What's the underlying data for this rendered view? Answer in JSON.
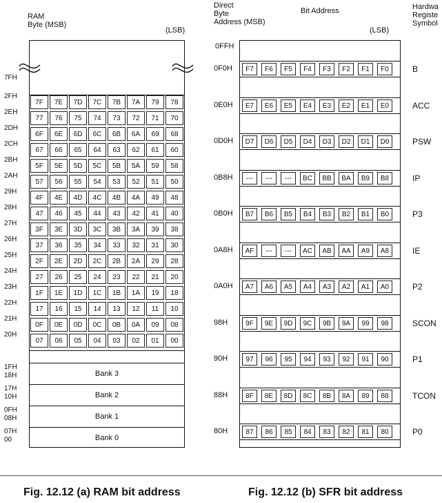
{
  "ram": {
    "header_line1": "RAM",
    "header_line2": "Byte (MSB)",
    "lsb_label": "(LSB)",
    "break_label": "7FH",
    "rows": [
      {
        "addr": "2FH",
        "bits": [
          "7F",
          "7E",
          "7D",
          "7C",
          "7B",
          "7A",
          "79",
          "78"
        ]
      },
      {
        "addr": "2EH",
        "bits": [
          "77",
          "76",
          "75",
          "74",
          "73",
          "72",
          "71",
          "70"
        ]
      },
      {
        "addr": "2DH",
        "bits": [
          "6F",
          "6E",
          "6D",
          "6C",
          "6B",
          "6A",
          "69",
          "68"
        ]
      },
      {
        "addr": "2CH",
        "bits": [
          "67",
          "66",
          "65",
          "64",
          "63",
          "62",
          "61",
          "60"
        ]
      },
      {
        "addr": "2BH",
        "bits": [
          "5F",
          "5E",
          "5D",
          "5C",
          "5B",
          "5A",
          "59",
          "58"
        ]
      },
      {
        "addr": "2AH",
        "bits": [
          "57",
          "56",
          "55",
          "54",
          "53",
          "52",
          "51",
          "50"
        ]
      },
      {
        "addr": "29H",
        "bits": [
          "4F",
          "4E",
          "4D",
          "4C",
          "4B",
          "4A",
          "49",
          "48"
        ]
      },
      {
        "addr": "28H",
        "bits": [
          "47",
          "46",
          "45",
          "44",
          "43",
          "42",
          "41",
          "40"
        ]
      },
      {
        "addr": "27H",
        "bits": [
          "3F",
          "3E",
          "3D",
          "3C",
          "3B",
          "3A",
          "39",
          "38"
        ]
      },
      {
        "addr": "26H",
        "bits": [
          "37",
          "36",
          "35",
          "34",
          "33",
          "32",
          "31",
          "30"
        ]
      },
      {
        "addr": "25H",
        "bits": [
          "2F",
          "2E",
          "2D",
          "2C",
          "2B",
          "2A",
          "29",
          "28"
        ]
      },
      {
        "addr": "24H",
        "bits": [
          "27",
          "26",
          "25",
          "24",
          "23",
          "22",
          "21",
          "20"
        ]
      },
      {
        "addr": "23H",
        "bits": [
          "1F",
          "1E",
          "1D",
          "1C",
          "1B",
          "1A",
          "19",
          "18"
        ]
      },
      {
        "addr": "22H",
        "bits": [
          "17",
          "16",
          "15",
          "14",
          "13",
          "12",
          "11",
          "10"
        ]
      },
      {
        "addr": "21H",
        "bits": [
          "0F",
          "0E",
          "0D",
          "0C",
          "0B",
          "0A",
          "09",
          "08"
        ]
      },
      {
        "addr": "20H",
        "bits": [
          "07",
          "06",
          "05",
          "04",
          "03",
          "02",
          "01",
          "00"
        ]
      }
    ],
    "banks": [
      {
        "label": "Bank 3",
        "addr_top": "1FH",
        "addr_bottom": "18H"
      },
      {
        "label": "Bank 2",
        "addr_top": "17H",
        "addr_bottom": "10H"
      },
      {
        "label": "Bank 1",
        "addr_top": "0FH",
        "addr_bottom": "08H"
      },
      {
        "label": "Bank 0",
        "addr_top": "07H",
        "addr_bottom": "00"
      }
    ],
    "caption": "Fig. 12.12  (a) RAM bit address"
  },
  "sfr": {
    "header_direct": "Direct\nByte\nAddress (MSB)",
    "header_bit": "Bit Address",
    "header_lsb": "(LSB)",
    "header_symbol": "Hardwa\nRegiste\nSymbol",
    "top_addr": "0FFH",
    "rows": [
      {
        "addr": "0F0H",
        "symbol": "B",
        "bits": [
          "F7",
          "F6",
          "F5",
          "F4",
          "F3",
          "F2",
          "F1",
          "F0"
        ]
      },
      {
        "addr": "0E0H",
        "symbol": "ACC",
        "bits": [
          "E7",
          "E6",
          "E5",
          "E4",
          "E3",
          "E2",
          "E1",
          "E0"
        ]
      },
      {
        "addr": "0D0H",
        "symbol": "PSW",
        "bits": [
          "D7",
          "D6",
          "D5",
          "D4",
          "D3",
          "D2",
          "D1",
          "D0"
        ]
      },
      {
        "addr": "0B8H",
        "symbol": "IP",
        "bits": [
          "---",
          "---",
          "---",
          "BC",
          "BB",
          "BA",
          "B9",
          "B8"
        ]
      },
      {
        "addr": "0B0H",
        "symbol": "P3",
        "bits": [
          "B7",
          "B6",
          "B5",
          "B4",
          "B3",
          "B2",
          "B1",
          "B0"
        ]
      },
      {
        "addr": "0A8H",
        "symbol": "IE",
        "bits": [
          "AF",
          "---",
          "---",
          "AC",
          "AB",
          "AA",
          "A9",
          "A8"
        ]
      },
      {
        "addr": "0A0H",
        "symbol": "P2",
        "bits": [
          "A7",
          "A6",
          "A5",
          "A4",
          "A3",
          "A2",
          "A1",
          "A0"
        ]
      },
      {
        "addr": "98H",
        "symbol": "SCON",
        "bits": [
          "9F",
          "9E",
          "9D",
          "9C",
          "9B",
          "9A",
          "99",
          "98"
        ]
      },
      {
        "addr": "90H",
        "symbol": "P1",
        "bits": [
          "97",
          "96",
          "95",
          "94",
          "93",
          "92",
          "91",
          "90"
        ]
      },
      {
        "addr": "88H",
        "symbol": "TCON",
        "bits": [
          "8F",
          "8E",
          "8D",
          "8C",
          "8B",
          "8A",
          "89",
          "88"
        ]
      },
      {
        "addr": "80H",
        "symbol": "P0",
        "bits": [
          "87",
          "86",
          "85",
          "84",
          "83",
          "82",
          "81",
          "80"
        ]
      }
    ],
    "caption": "Fig. 12.12 (b) SFR bit address"
  }
}
